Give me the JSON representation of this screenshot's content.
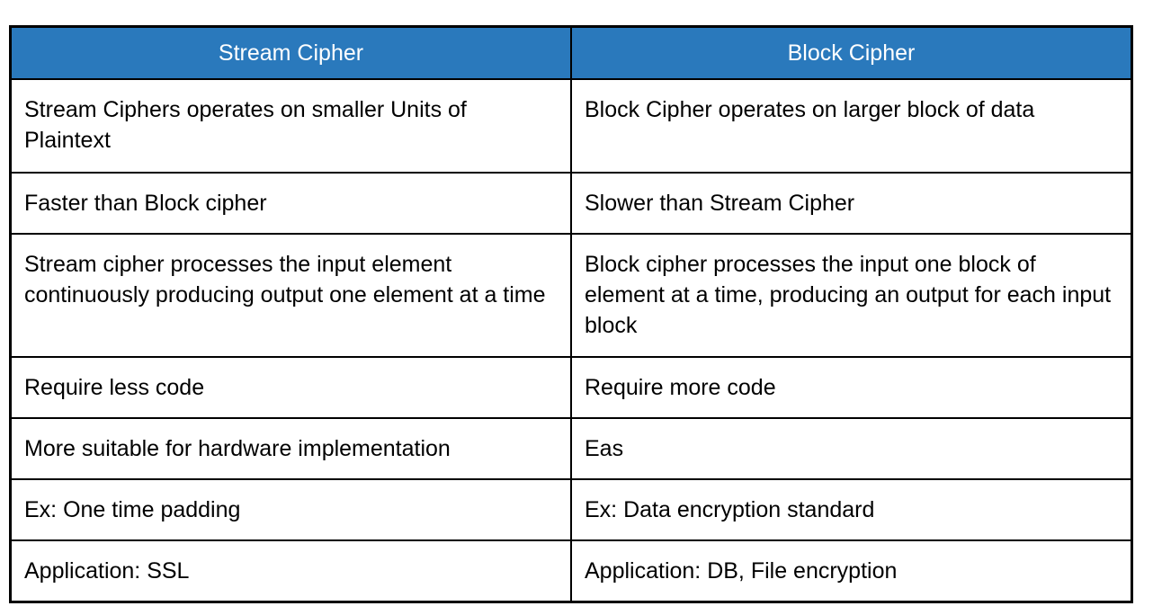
{
  "page": {
    "background_color": "#ffffff"
  },
  "table": {
    "title": "Stream Cipher vs Block Cipher comparison table",
    "header_bg_color": "#2A79BC",
    "header_text_color": "#ffffff",
    "border_color": "#000000",
    "columns": [
      {
        "label": "Stream Cipher"
      },
      {
        "label": "Block Cipher"
      }
    ],
    "rows": [
      {
        "stream": "Stream Ciphers operates on smaller Units of Plaintext",
        "block": "Block Cipher operates on larger block of data"
      },
      {
        "stream": "Faster than Block cipher",
        "block": "Slower than Stream Cipher"
      },
      {
        "stream": "Stream cipher processes the input element continuously producing output one element at a time",
        "block": "Block cipher processes the input one block of element at a time, producing an output for each input block"
      },
      {
        "stream": "Require less code",
        "block": "Require more code"
      },
      {
        "stream": "More suitable for hardware implementation",
        "block": "Eas"
      },
      {
        "stream": "Ex: One time padding",
        "block": "Ex: Data encryption standard"
      },
      {
        "stream": "Application: SSL",
        "block": "Application: DB, File encryption"
      }
    ]
  }
}
